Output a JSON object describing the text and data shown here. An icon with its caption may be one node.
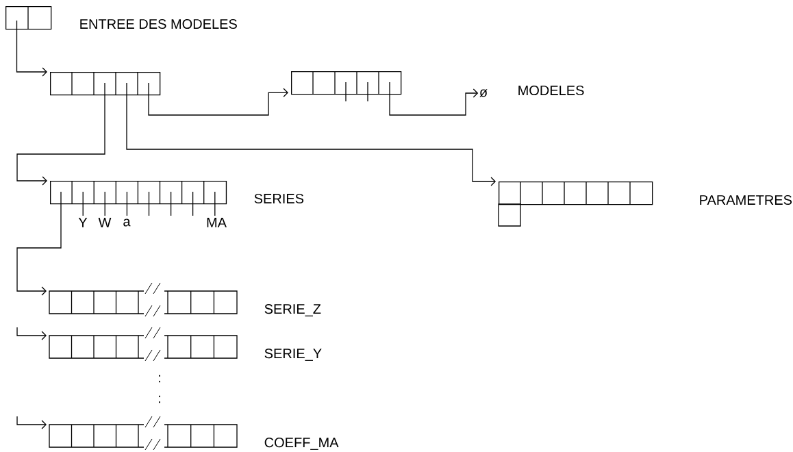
{
  "diagram": {
    "nodes": [
      {
        "text": [],
        "shape": "box",
        "beside": [
          "ENTREE DES MODELES"
        ]
      },
      {
        "text": [],
        "shape": "box"
      },
      {
        "text": [],
        "shape": "box"
      },
      {
        "text": [
          "ø"
        ],
        "beside": [
          "MODELES"
        ]
      },
      {
        "text": [],
        "shape": "box",
        "beside": [
          "SERIES"
        ]
      },
      {
        "text": [],
        "shape": "box",
        "beside": [
          "PARAMETRES"
        ]
      },
      {
        "text": [],
        "shape": "box",
        "beside": [
          "SERIE_Z"
        ]
      },
      {
        "text": [],
        "shape": "box",
        "beside": [
          "SERIE_Y"
        ]
      },
      {
        "text": [],
        "shape": "box",
        "beside": [
          "COEFF_MA"
        ]
      }
    ],
    "edges": [
      {
        "from": 0,
        "to": 1,
        "arrow": "to"
      },
      {
        "from": 1,
        "to": 2,
        "arrow": "to"
      },
      {
        "from": 2,
        "to": 3,
        "arrow": "to"
      },
      {
        "from": 1,
        "to": 4,
        "arrow": "to"
      },
      {
        "from": 1,
        "to": 5,
        "arrow": "to"
      },
      {
        "from": 4,
        "to": 6,
        "arrow": "to"
      },
      {
        "from": null,
        "to": 7,
        "arrow": "to"
      },
      {
        "from": null,
        "to": 8,
        "arrow": "to"
      }
    ],
    "labels": [
      "Y",
      "W",
      "a",
      "MA",
      ":",
      ":"
    ]
  }
}
